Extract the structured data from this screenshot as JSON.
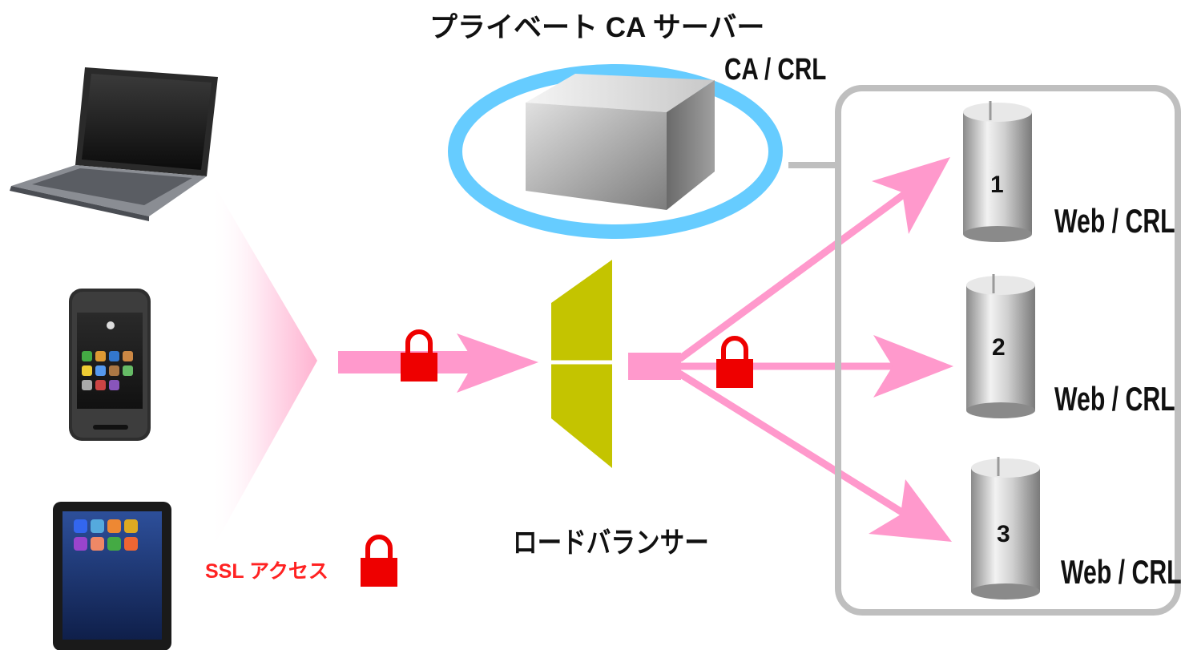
{
  "ca_server": {
    "title": "プライベート CA サーバー",
    "role": "CA / CRL"
  },
  "load_balancer": {
    "label": "ロードバランサー"
  },
  "ssl": {
    "label": "SSL アクセス"
  },
  "web_servers": [
    {
      "number": "1",
      "label": "Web / CRL"
    },
    {
      "number": "2",
      "label": "Web / CRL"
    },
    {
      "number": "3",
      "label": "Web / CRL"
    }
  ],
  "colors": {
    "arrow_pink": "#ff99cc",
    "lock_red": "#ee0000",
    "ring_blue": "#66ccff",
    "lb_olive": "#c4c400",
    "box_gray": "#bfbfbf"
  },
  "icons": [
    "laptop-icon",
    "smartphone-icon",
    "tablet-icon",
    "server-cube-icon",
    "lock-icon",
    "database-cylinder-icon"
  ]
}
